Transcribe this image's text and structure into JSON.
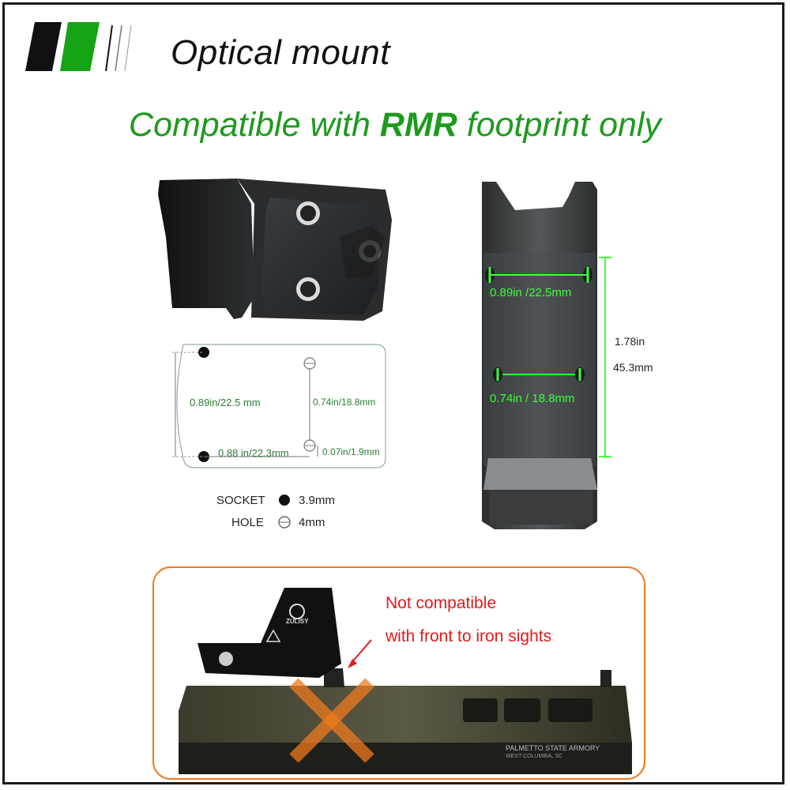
{
  "header": {
    "title": "Optical mount",
    "subtitle_pre": "Compatible with ",
    "subtitle_bold": "RMR",
    "subtitle_post": " footprint only"
  },
  "diagram": {
    "dim_width_top": "0.89in/22.5 mm",
    "dim_hole_spacing": "0.74in/18.8mm",
    "dim_bottom": "0.88 in/22.3mm",
    "dim_offset": "0.07in/1.9mm"
  },
  "legend": {
    "socket_label": "SOCKET",
    "socket_value": "3.9mm",
    "hole_label": "HOLE",
    "hole_value": "4mm"
  },
  "mount_photo": {
    "dim_upper": "0.89in /22.5mm",
    "dim_lower": "0.74in / 18.8mm",
    "length_in": "1.78in",
    "length_mm": "45.3mm"
  },
  "warning": {
    "line1": "Not compatible",
    "line2": "with front to iron sights",
    "brand": "ZULISY",
    "slide_text": "PALMETTO STATE ARMORY",
    "slide_sub": "WEST COLUMBIA, SC"
  },
  "colors": {
    "accent_green": "#1d9a1d",
    "dim_green": "#3aff3a",
    "warning_red": "#e01b1b",
    "box_orange": "#f07a1e"
  }
}
